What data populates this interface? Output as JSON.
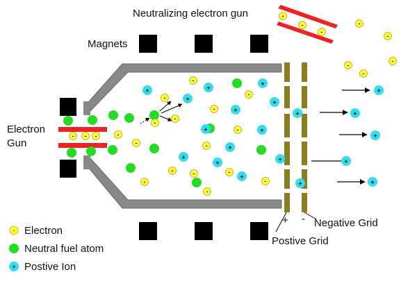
{
  "labels": {
    "neutralizing_gun": "Neutralizing electron gun",
    "magnets": "Magnets",
    "electron_gun_line1": "Electron",
    "electron_gun_line2": "Gun",
    "negative_grid": "Negative Grid",
    "positive_grid": "Postive Grid",
    "plus_sign": "+",
    "minus_sign": "-"
  },
  "legend": {
    "electron": "Electron",
    "neutral": "Neutral fuel atom",
    "ion": "Postive Ion"
  },
  "symbols": {
    "electron_mark": "-",
    "ion_mark": "+"
  },
  "colors": {
    "electron": "#ffff33",
    "neutral": "#22dd22",
    "ion": "#33ddee",
    "gun_bar": "#ee2222",
    "chamber_wall": "#888888",
    "magnet": "#000000",
    "grid": "#8b7d1e"
  }
}
